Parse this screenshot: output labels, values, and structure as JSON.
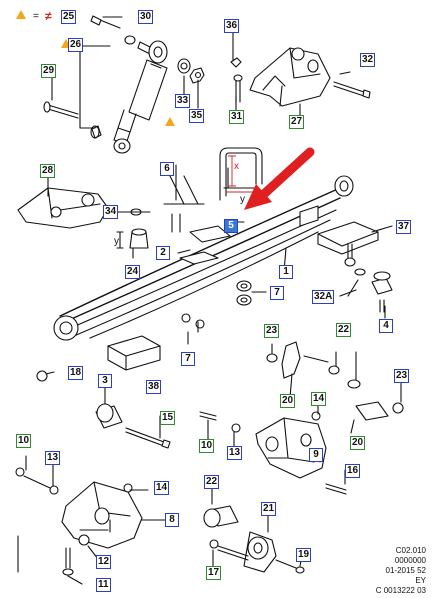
{
  "legend": {
    "equals": "=",
    "not_equal": "≠",
    "ref": "25"
  },
  "callouts": {
    "c30": "30",
    "c26": "26",
    "c29": "29",
    "c33": "33",
    "c35": "35",
    "c36": "36",
    "c32": "32",
    "c31": "31",
    "c27": "27",
    "c28": "28",
    "c34": "34",
    "c24": "24",
    "c6": "6",
    "c5": "5",
    "c2": "2",
    "c37": "37",
    "c1": "1",
    "c7a": "7",
    "c32a": "32A",
    "c4": "4",
    "c7b": "7",
    "c38": "38",
    "c18": "18",
    "c3": "3",
    "c15": "15",
    "c23a": "23",
    "c22a": "22",
    "c23b": "23",
    "c20a": "20",
    "c14a": "14",
    "c20b": "20",
    "c10a": "10",
    "c13a": "13",
    "c9": "9",
    "c16": "16",
    "c10b": "10",
    "c13b": "13",
    "c14b": "14",
    "c8": "8",
    "c12": "12",
    "c11": "11",
    "c22b": "22",
    "c21": "21",
    "c17": "17",
    "c19": "19"
  },
  "dimensions": {
    "x": "x",
    "y1": "y",
    "y2": "y"
  },
  "footer": {
    "line1": "C02.010",
    "line2": "0000000",
    "line3": "01-2015 52",
    "line4": "EY",
    "line5": "C 0013222 03"
  },
  "colors": {
    "green_box": "#2e8b2e",
    "blue_box": "#2b3fc4",
    "highlight_fill": "#3a78d8",
    "arrow": "#e02020",
    "warning_triangle": "#f3a61b",
    "line_art": "#111111"
  },
  "icons": {
    "legend_warning": "warning-triangle-icon",
    "pointer": "red-arrow-icon"
  }
}
